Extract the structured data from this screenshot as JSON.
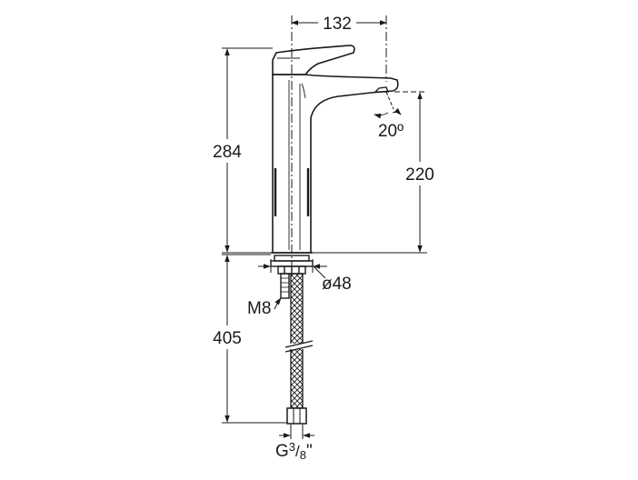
{
  "dimensions": {
    "spout_reach": "132",
    "total_height": "284",
    "spout_height": "220",
    "spout_angle": "20º",
    "base_diameter": "ø48",
    "stud_thread": "M8",
    "hose_length": "405",
    "connection": {
      "prefix": "G",
      "num": "3",
      "sep": "/",
      "den": "8",
      "suffix": "\""
    }
  },
  "colors": {
    "line": "#1a1a1a",
    "background": "#ffffff"
  }
}
